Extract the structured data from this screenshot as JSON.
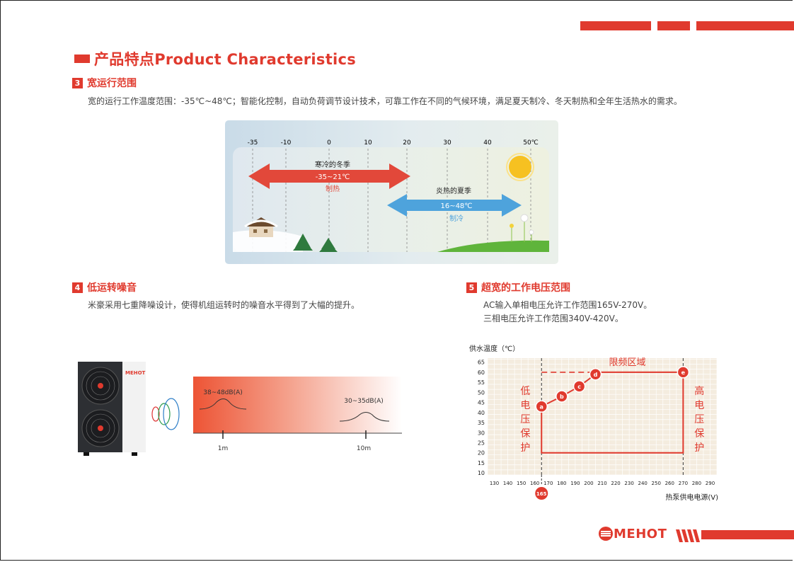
{
  "colors": {
    "accent": "#e03a2e",
    "cold": "#e2483a",
    "hot": "#4ea3dc"
  },
  "header": {
    "title": "产品特点Product Characteristics"
  },
  "sec3": {
    "num": "3",
    "title": "宽运行范围",
    "body": "宽的运行工作温度范围：-35℃~48℃；智能化控制，自动负荷调节设计技术，可靠工作在不同的气候环境，满足夏天制冷、冬天制热和全年生活热水的需求。"
  },
  "temp_chart": {
    "ticks": [
      "-35",
      "-10",
      "0",
      "10",
      "20",
      "30",
      "40",
      "50℃"
    ],
    "winter": {
      "title": "寒冷的冬季",
      "range": "-35~21℃",
      "mode": "制热"
    },
    "summer": {
      "title": "炎热的夏季",
      "range": "16~48℃",
      "mode": "制冷"
    }
  },
  "sec4": {
    "num": "4",
    "title": "低运转噪音",
    "body": "米豪采用七重降噪设计，使得机组运转时的噪音水平得到了大幅的提升。"
  },
  "noise": {
    "near": {
      "label": "38~48dB(A)",
      "distance": "1m"
    },
    "far": {
      "label": "30~35dB(A)",
      "distance": "10m"
    }
  },
  "unit": {
    "brand": "MEHOT"
  },
  "sec5": {
    "num": "5",
    "title": "超宽的工作电压范围",
    "line1": "AC输入单相电压允许工作范围165V-270V。",
    "line2": "三相电压允许工作范围340V-420V。"
  },
  "voltage_chart": {
    "ylabel": "供水温度（℃）",
    "xlabel": "热泵供电电源(V)",
    "yticks": [
      "65",
      "60",
      "55",
      "50",
      "45",
      "40",
      "35",
      "30",
      "25",
      "20",
      "15",
      "10"
    ],
    "xticks": [
      "130",
      "140",
      "150",
      "160",
      "170",
      "180",
      "190",
      "200",
      "210",
      "220",
      "230",
      "240",
      "250",
      "260",
      "270",
      "280",
      "290"
    ],
    "marker_165": "165",
    "limit_label": "限频区域",
    "low_label": [
      "低",
      "电",
      "压",
      "保",
      "护"
    ],
    "high_label": [
      "高",
      "电",
      "压",
      "保",
      "护"
    ],
    "points": [
      {
        "id": "a",
        "x": 165,
        "y": 43
      },
      {
        "id": "b",
        "x": 180,
        "y": 48
      },
      {
        "id": "c",
        "x": 193,
        "y": 53
      },
      {
        "id": "d",
        "x": 205,
        "y": 59
      },
      {
        "id": "e",
        "x": 270,
        "y": 60
      }
    ]
  },
  "footer": {
    "brand": "MEHOT"
  }
}
